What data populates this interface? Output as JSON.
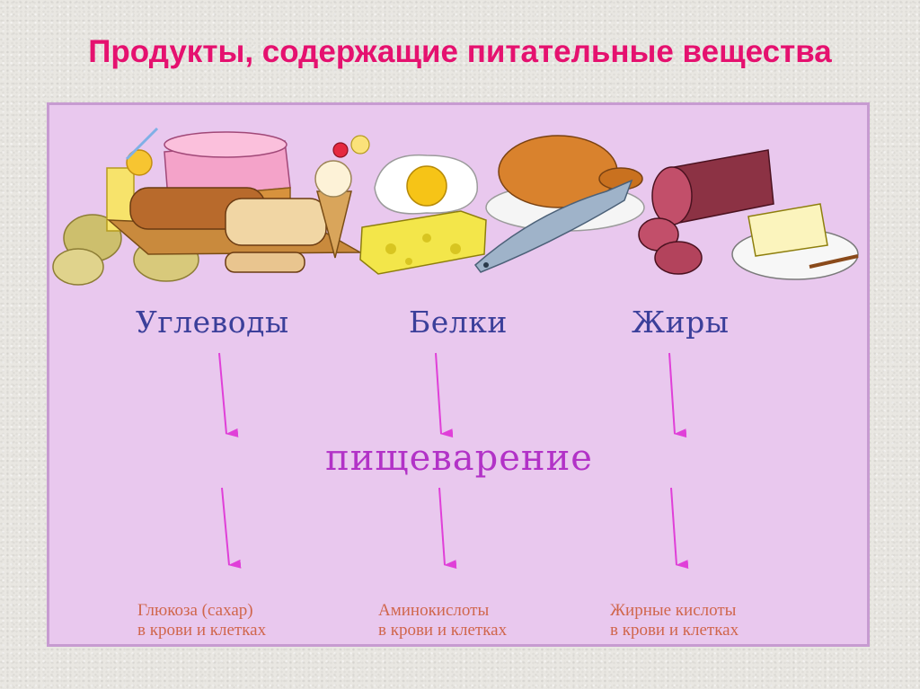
{
  "title": "Продукты, содержащие питательные вещества",
  "categories": [
    "Углеводы",
    "Белки",
    "Жиры"
  ],
  "process": "пищеварение",
  "results": [
    {
      "line1": "Глюкоза (сахар)",
      "line2": "в крови и клетках"
    },
    {
      "line1": "Аминокислоты",
      "line2": "в крови и клетках"
    },
    {
      "line1": "Жирные кислоты",
      "line2": "в крови и клетках"
    }
  ],
  "colors": {
    "title": "#e5116f",
    "panel": "#e9c8ee",
    "category_text": "#3b3f9a",
    "process_text": "#b232c7",
    "result_text": "#d0664c",
    "arrow": "#e040d8"
  },
  "illustration": [
    "potatoes-icon",
    "juice-glass-icon",
    "cake-icon",
    "bread-icon",
    "ice-cream-icon",
    "fried-egg-icon",
    "cheese-icon",
    "roast-chicken-icon",
    "fish-icon",
    "sausage-icon",
    "butter-icon"
  ]
}
